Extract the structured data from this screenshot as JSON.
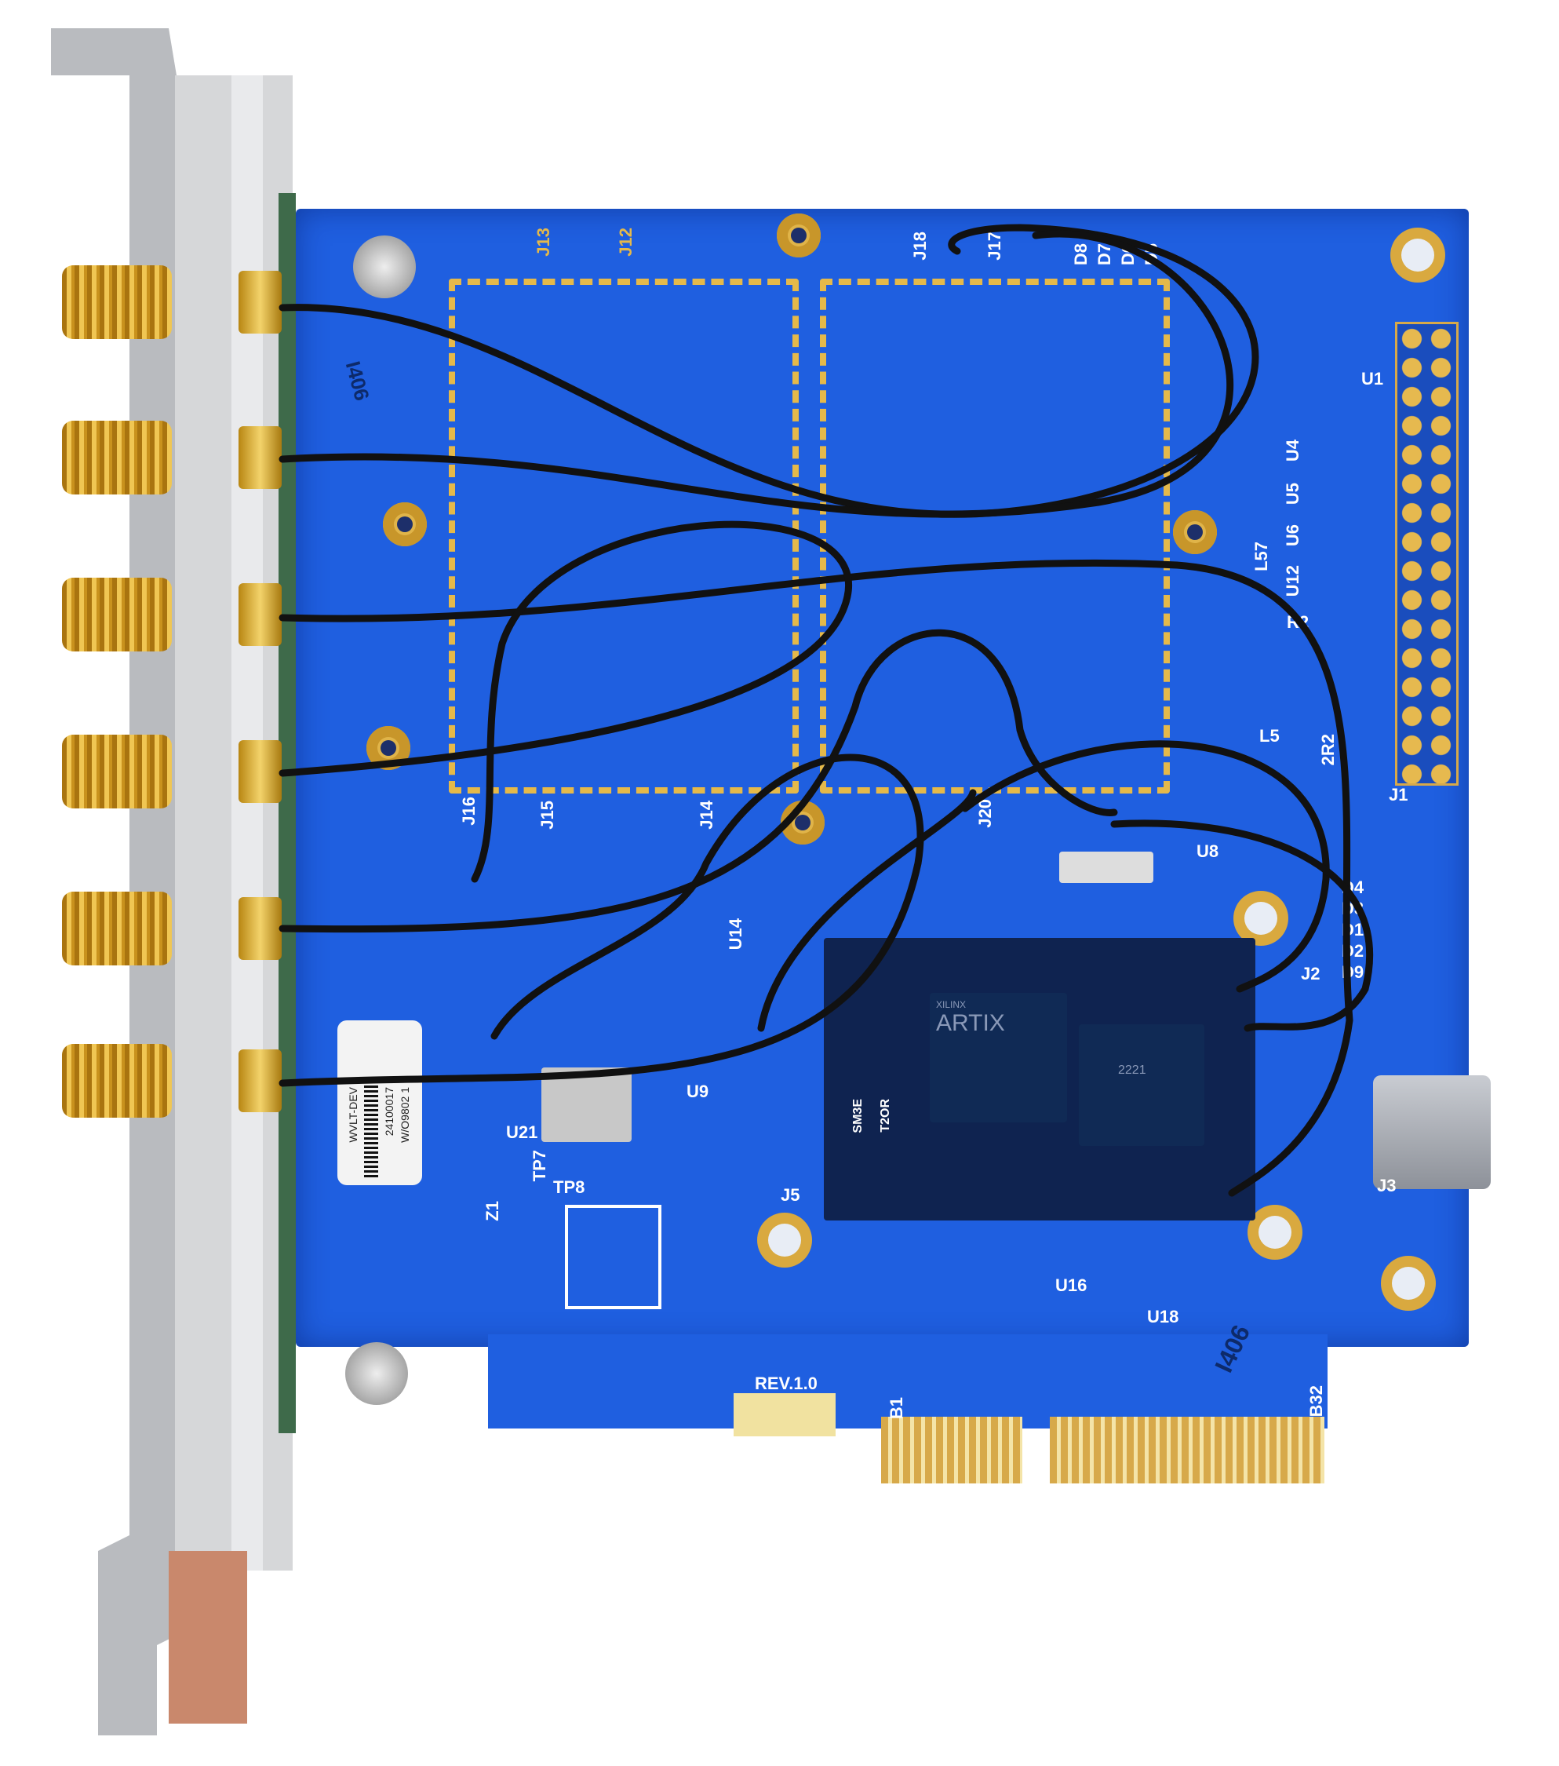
{
  "board": {
    "revision": "REV.1.0",
    "board_id": "I406",
    "board_id_top": "I406",
    "edge_start": "B1",
    "edge_end": "B32"
  },
  "sticker": {
    "line1": "WVLT-DEV",
    "line2": "24100017",
    "line3": "W/O9802 1"
  },
  "chips": {
    "fpga_brand": "ARTIX",
    "fpga_vendor": "XILINX",
    "mem_line": "2221"
  },
  "silkscreen": {
    "j13": "J13",
    "j12": "J12",
    "j18": "J18",
    "j17": "J17",
    "d8": "D8",
    "d7": "D7",
    "d6": "D6",
    "d5": "D5",
    "u1": "U1",
    "u4": "U4",
    "u5": "U5",
    "u6": "U6",
    "u12": "U12",
    "l57": "L57",
    "r2": "R2",
    "l5": "L5",
    "r2r2": "2R2",
    "j1": "J1",
    "j16": "J16",
    "j15": "J15",
    "j14": "J14",
    "j20": "J20",
    "u8": "U8",
    "d4": "D4",
    "d3": "D3",
    "d1": "D1",
    "d2": "D2",
    "d9": "D9",
    "j2": "J2",
    "u14": "U14",
    "u9": "U9",
    "u21": "U21",
    "tp7": "TP7",
    "tp8": "TP8",
    "j5": "J5",
    "j3": "J3",
    "z1": "Z1",
    "u16": "U16",
    "u18": "U18",
    "sm": "SM3E",
    "t2": "T2OR"
  },
  "colors": {
    "pcb": "#1f5fe0",
    "gold": "#e5b94a",
    "cable": "#111111",
    "bracket": "#c8c9cc"
  }
}
